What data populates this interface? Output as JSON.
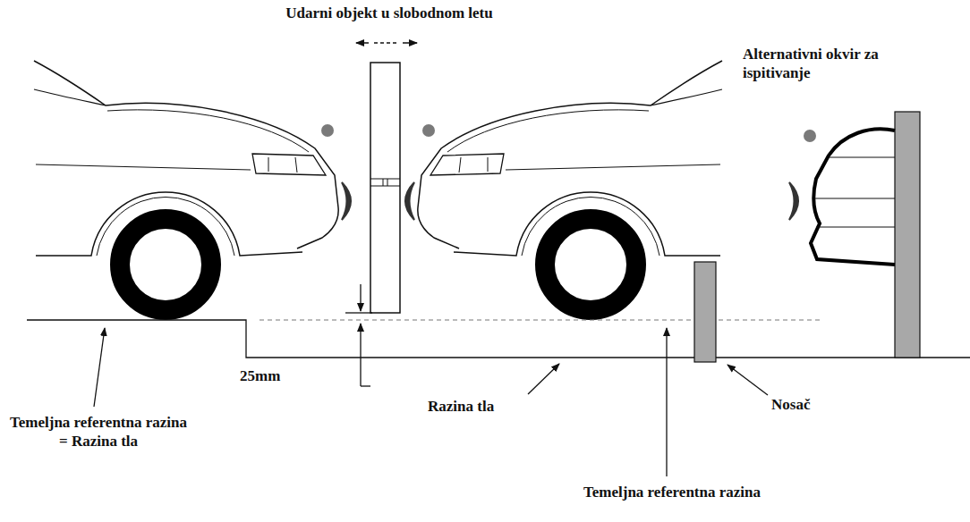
{
  "diagram": {
    "labels": [
      "Udarni objekt u slobodnom letu",
      "Alternativni okvir za ispitivanje",
      "25mm",
      "Temeljna referentna razina = Razina tla",
      "Razina tla",
      "Nosač",
      "Temeljna referentna razina"
    ]
  }
}
